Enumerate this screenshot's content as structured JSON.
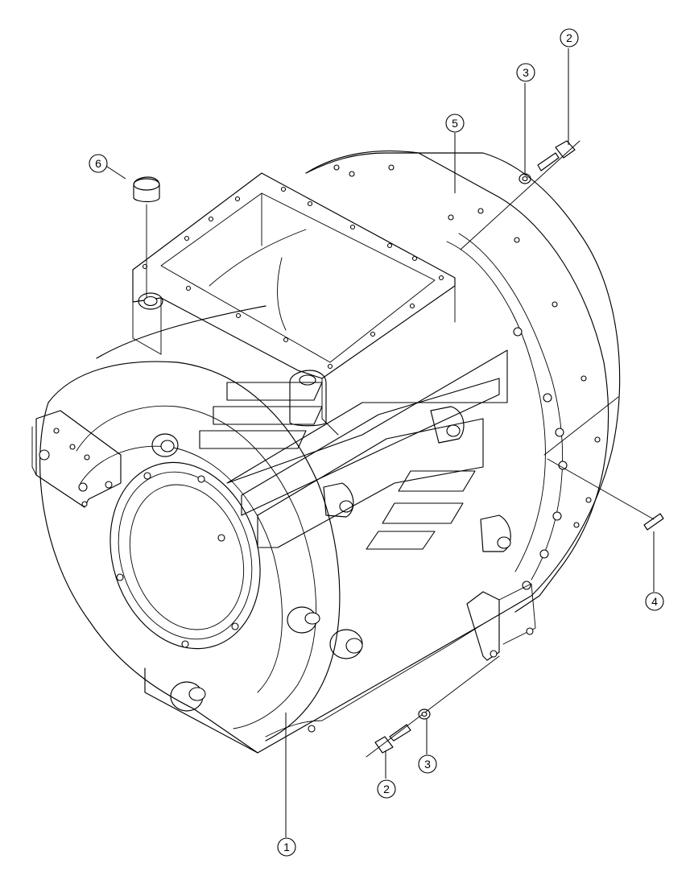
{
  "diagram": {
    "type": "exploded-parts-drawing",
    "callouts": [
      {
        "id": "c1",
        "label": "1"
      },
      {
        "id": "c2a",
        "label": "2"
      },
      {
        "id": "c2b",
        "label": "2"
      },
      {
        "id": "c3a",
        "label": "3"
      },
      {
        "id": "c3b",
        "label": "3"
      },
      {
        "id": "c4",
        "label": "4"
      },
      {
        "id": "c5",
        "label": "5"
      },
      {
        "id": "c6",
        "label": "6"
      }
    ],
    "colors": {
      "line": "#000000",
      "background": "#ffffff"
    }
  }
}
